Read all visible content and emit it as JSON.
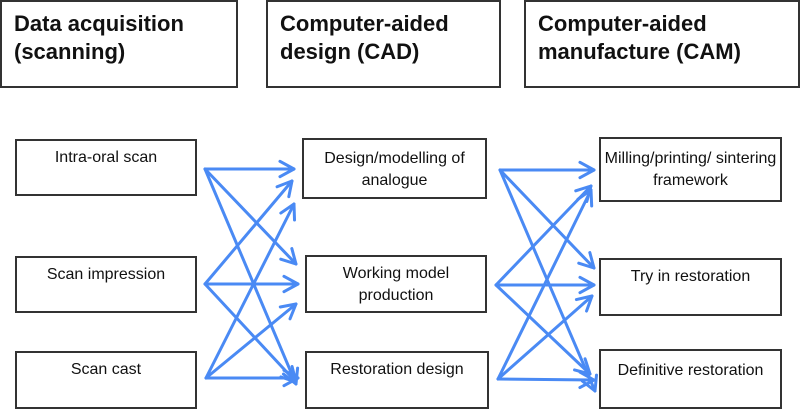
{
  "headers": [
    {
      "id": "acq",
      "label": "Data acquisition (scanning)"
    },
    {
      "id": "cad",
      "label": "Computer-aided design (CAD)"
    },
    {
      "id": "cam",
      "label": "Computer-aided manufacture (CAM)"
    }
  ],
  "columns": {
    "acquisition": [
      {
        "id": "intra-oral-scan",
        "label": "Intra-oral scan"
      },
      {
        "id": "scan-impression",
        "label": "Scan impression"
      },
      {
        "id": "scan-cast",
        "label": "Scan cast"
      }
    ],
    "cad": [
      {
        "id": "design-modelling",
        "label": "Design/modelling of analogue"
      },
      {
        "id": "working-model",
        "label": "Working model production"
      },
      {
        "id": "restoration-design",
        "label": "Restoration design"
      }
    ],
    "cam": [
      {
        "id": "milling-printing",
        "label": "Milling/printing/ sintering framework"
      },
      {
        "id": "try-in",
        "label": "Try in restoration"
      },
      {
        "id": "definitive",
        "label": "Definitive restoration"
      }
    ]
  },
  "edges": [
    {
      "from": "intra-oral-scan",
      "to": "design-modelling"
    },
    {
      "from": "intra-oral-scan",
      "to": "working-model"
    },
    {
      "from": "intra-oral-scan",
      "to": "restoration-design"
    },
    {
      "from": "scan-impression",
      "to": "design-modelling"
    },
    {
      "from": "scan-impression",
      "to": "working-model"
    },
    {
      "from": "scan-impression",
      "to": "restoration-design"
    },
    {
      "from": "scan-cast",
      "to": "design-modelling"
    },
    {
      "from": "scan-cast",
      "to": "working-model"
    },
    {
      "from": "scan-cast",
      "to": "restoration-design"
    },
    {
      "from": "design-modelling",
      "to": "milling-printing"
    },
    {
      "from": "design-modelling",
      "to": "try-in"
    },
    {
      "from": "design-modelling",
      "to": "definitive"
    },
    {
      "from": "working-model",
      "to": "milling-printing"
    },
    {
      "from": "working-model",
      "to": "try-in"
    },
    {
      "from": "working-model",
      "to": "definitive"
    },
    {
      "from": "restoration-design",
      "to": "milling-printing"
    },
    {
      "from": "restoration-design",
      "to": "try-in"
    },
    {
      "from": "restoration-design",
      "to": "definitive"
    }
  ],
  "colors": {
    "arrow": "#4a8af4",
    "border": "#333333"
  }
}
